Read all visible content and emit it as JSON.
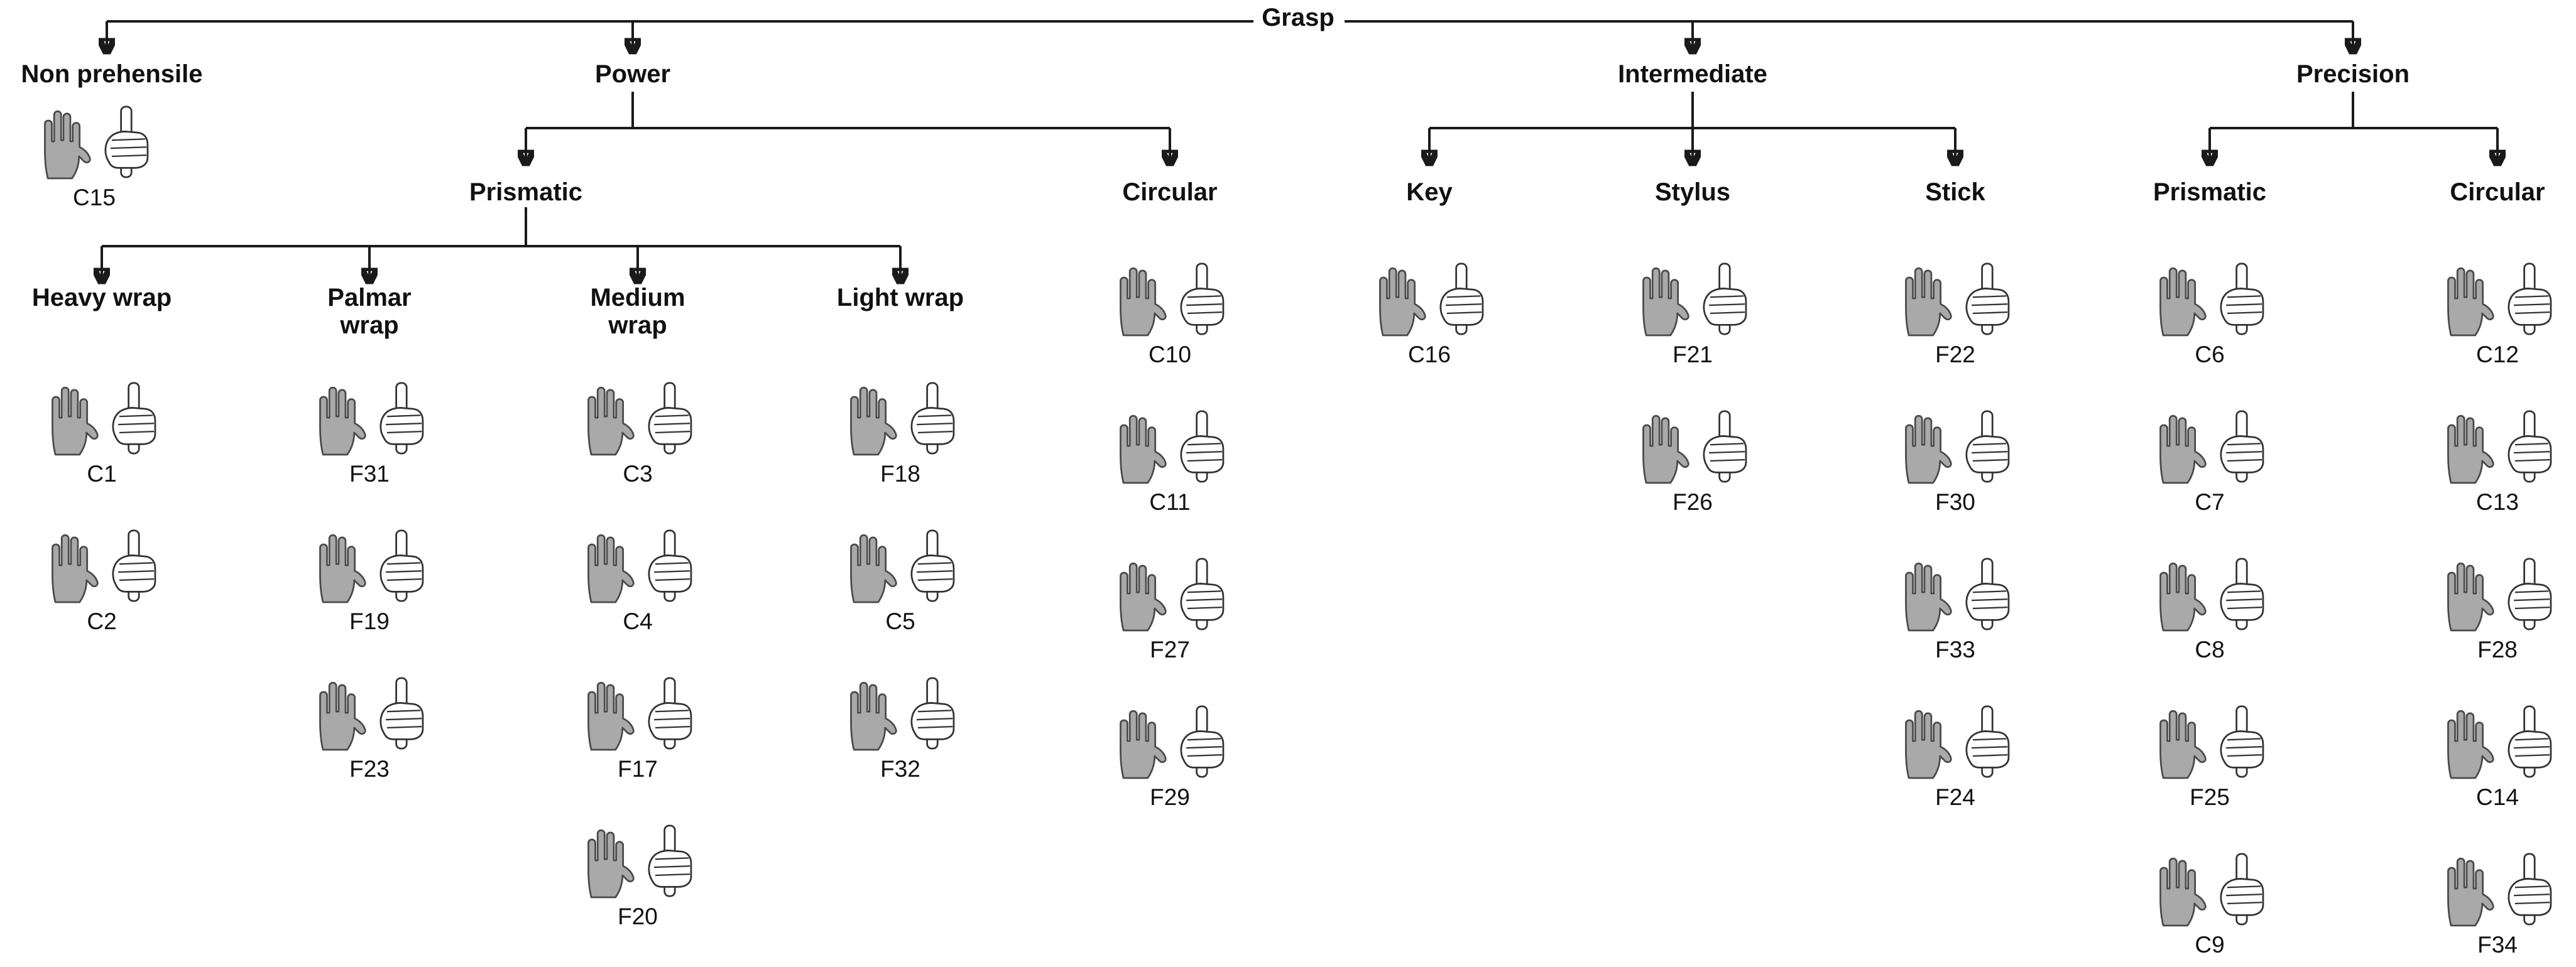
{
  "diagram": {
    "root": "Grasp",
    "nodes": {
      "non_prehensile": "Non prehensile",
      "power": "Power",
      "intermediate": "Intermediate",
      "precision": "Precision",
      "power_prismatic": "Prismatic",
      "power_circular": "Circular",
      "heavy_wrap": "Heavy wrap",
      "palmar_wrap": "Palmar wrap",
      "medium_wrap": "Medium wrap",
      "light_wrap": "Light wrap",
      "key": "Key",
      "stylus": "Stylus",
      "stick": "Stick",
      "precision_prismatic": "Prismatic",
      "precision_circular": "Circular"
    },
    "columns": {
      "non_prehensile": [
        "C15"
      ],
      "heavy_wrap": [
        "C1",
        "C2"
      ],
      "palmar_wrap": [
        "F31",
        "F19",
        "F23"
      ],
      "medium_wrap": [
        "C3",
        "C4",
        "F17",
        "F20"
      ],
      "light_wrap": [
        "F18",
        "C5",
        "F32"
      ],
      "power_circular": [
        "C10",
        "C11",
        "F27",
        "F29"
      ],
      "key": [
        "C16"
      ],
      "stylus": [
        "F21",
        "F26"
      ],
      "stick": [
        "F22",
        "F30",
        "F33",
        "F24"
      ],
      "precision_prismatic": [
        "C6",
        "C7",
        "C8",
        "F25",
        "C9"
      ],
      "precision_circular": [
        "C12",
        "C13",
        "F28",
        "C14",
        "F34"
      ]
    },
    "icons": {
      "open_hand": "shaded-open-hand-icon",
      "grip_hand": "grasping-hand-icon"
    },
    "colors": {
      "hand_shade": "#a9a9a9",
      "hand_outline": "#333333",
      "connector": "#1a1a1a",
      "background": "#ffffff",
      "text": "#111111"
    }
  }
}
